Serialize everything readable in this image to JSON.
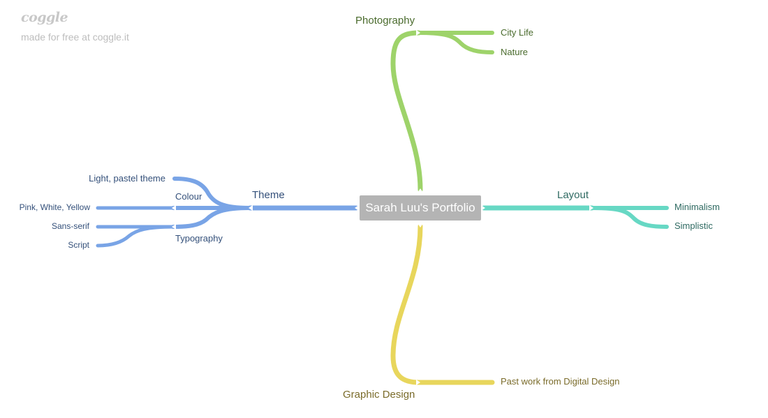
{
  "brand": {
    "name": "coggle",
    "tagline": "made for free at coggle.it"
  },
  "root": {
    "label": "Sarah Luu's Portfolio"
  },
  "colors": {
    "theme": "#79a4e6",
    "photography": "#9ed36a",
    "layout": "#67d8c4",
    "graphic": "#e8d65c",
    "root": "#b4b4b4"
  },
  "branches": {
    "photography": {
      "label": "Photography",
      "children": [
        {
          "label": "City Life"
        },
        {
          "label": "Nature"
        }
      ]
    },
    "theme": {
      "label": "Theme",
      "children": [
        {
          "label": "Colour",
          "children": [
            {
              "label": "Light, pastel theme"
            },
            {
              "label": "Pink, White, Yellow"
            }
          ]
        },
        {
          "label": "Typography",
          "children": [
            {
              "label": "Sans-serif"
            },
            {
              "label": "Script"
            }
          ]
        }
      ]
    },
    "layout": {
      "label": "Layout",
      "children": [
        {
          "label": "Minimalism"
        },
        {
          "label": "Simplistic"
        }
      ]
    },
    "graphic": {
      "label": "Graphic Design",
      "children": [
        {
          "label": "Past work from Digital Design"
        }
      ]
    }
  }
}
